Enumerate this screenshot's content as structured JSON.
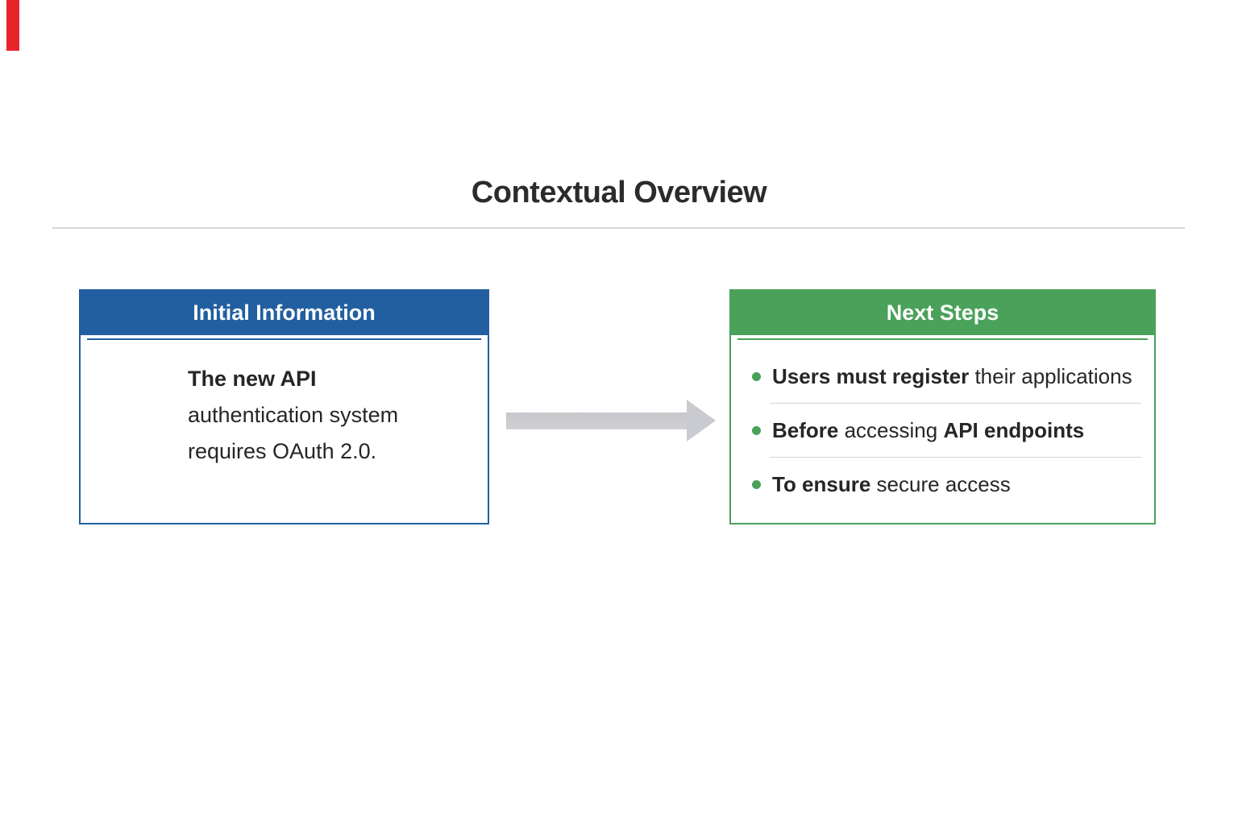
{
  "title": "Contextual Overview",
  "colors": {
    "red": "#e8242b",
    "blue": "#215fa0",
    "green": "#4aa15a",
    "arrow": "#c9cbd0",
    "divider": "#d6d7da",
    "separator": "#d4d4d4",
    "title": "#2b2b2b",
    "text": "#262626"
  },
  "left_card": {
    "header": "Initial Information",
    "body_segments": [
      {
        "text": "The new API",
        "bold": true
      },
      {
        "text": " authentication system requires OAuth 2.0.",
        "bold": false
      }
    ]
  },
  "arrow": {
    "direction": "right"
  },
  "right_card": {
    "header": "Next Steps",
    "bullets": [
      {
        "segments": [
          {
            "text": "Users must register",
            "bold": true
          },
          {
            "text": " their applications",
            "bold": false
          }
        ]
      },
      {
        "segments": [
          {
            "text": "Before",
            "bold": true
          },
          {
            "text": " accessing ",
            "bold": false
          },
          {
            "text": "API endpoints",
            "bold": true
          }
        ]
      },
      {
        "segments": [
          {
            "text": "To ensure",
            "bold": true
          },
          {
            "text": " secure access",
            "bold": false
          }
        ]
      }
    ]
  }
}
